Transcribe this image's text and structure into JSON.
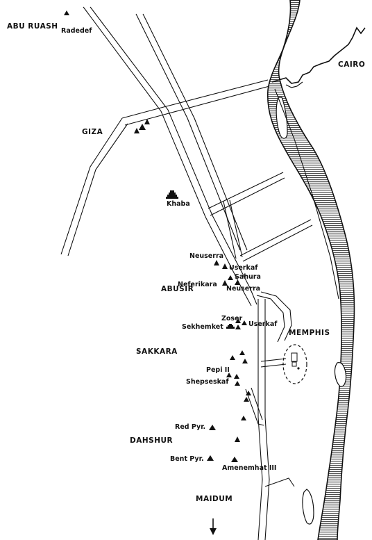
{
  "map": {
    "regions": {
      "abu_ruash": "ABU RUASH",
      "giza": "GIZA",
      "abusir": "ABUSIR",
      "sakkara": "SAKKARA",
      "dahshur": "DAHSHUR",
      "maidum": "MAIDUM",
      "cairo": "CAIRO",
      "memphis": "MEMPHIS"
    },
    "pyramids": {
      "radedef": "Radedef",
      "khaba": "Khaba",
      "neuserra_north": "Neuserra",
      "userkaf_north": "Userkaf",
      "sahura": "Sahura",
      "neferikara": "Neferikara",
      "neuserra": "Neuserra",
      "zoser": "Zoser",
      "userkaf": "Userkaf",
      "sekhemket": "Sekhemket",
      "pepi_ii": "Pepi II",
      "shepseskaf": "Shepseskaf",
      "red_pyramid": "Red Pyr.",
      "bent_pyramid": "Bent Pyr.",
      "amenemhat_iii": "Amenemhat III"
    },
    "icons": {
      "pyramid": "pyramid-icon",
      "step_pyramid": "step-pyramid-icon",
      "south_arrow": "arrow-down-icon"
    },
    "colors": {
      "ink": "#111111",
      "paper": "#ffffff"
    }
  }
}
